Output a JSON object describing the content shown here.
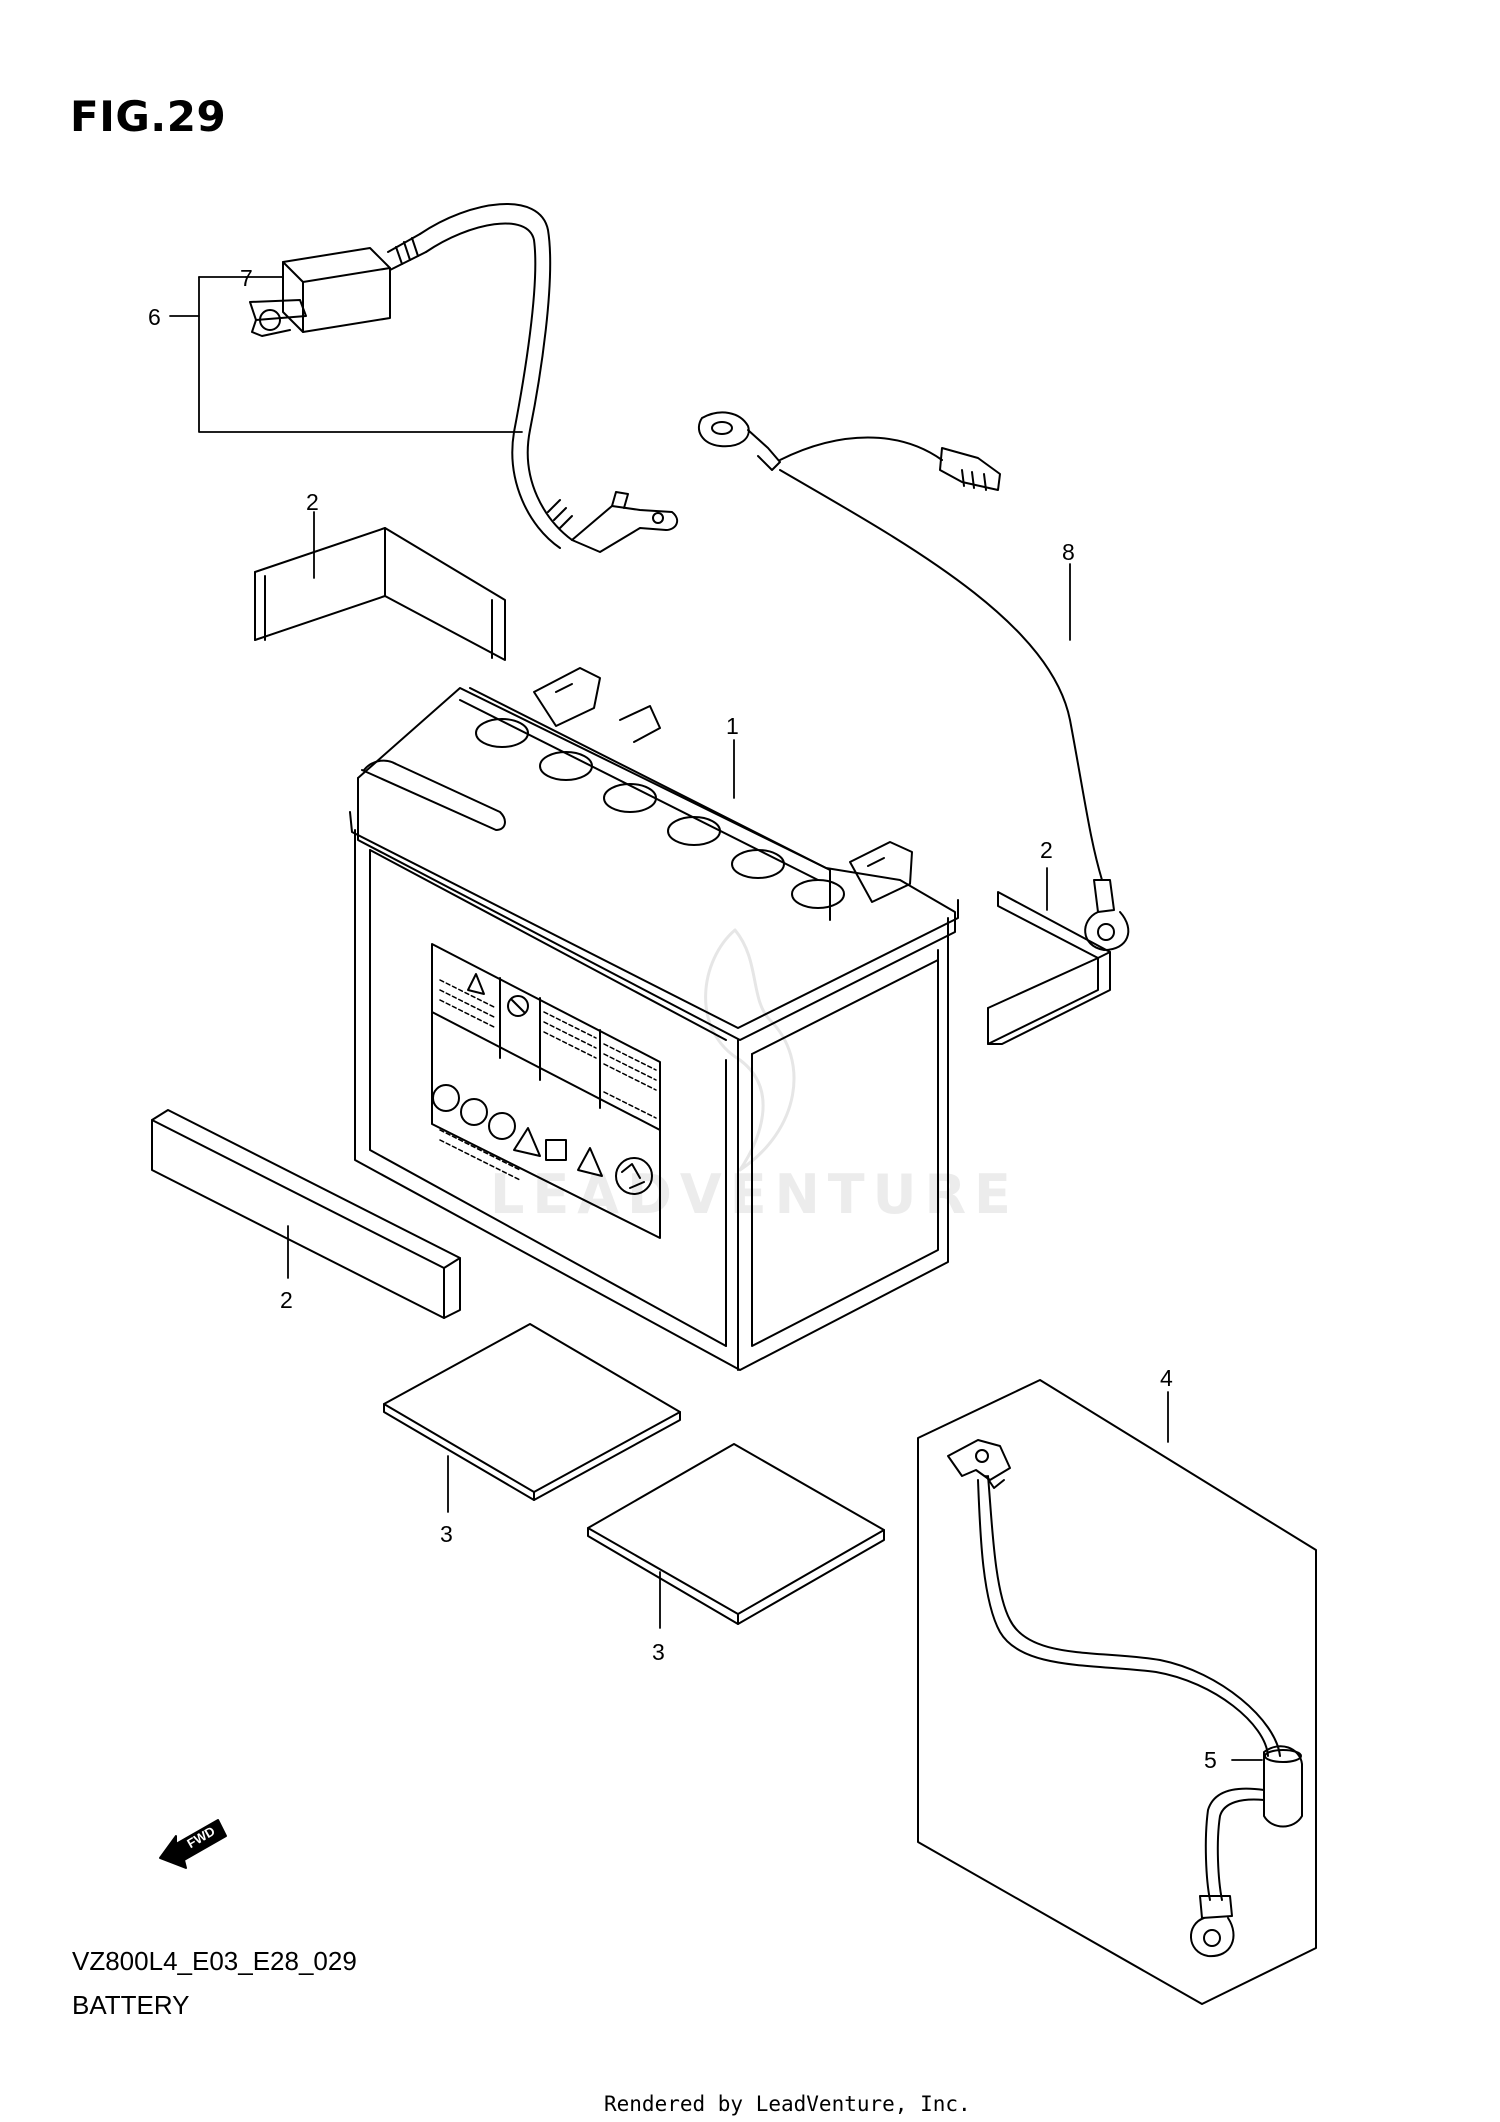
{
  "figure": {
    "title": "FIG.29",
    "code": "VZ800L4_E03_E28_029",
    "name": "BATTERY"
  },
  "callouts": [
    "1",
    "2",
    "2",
    "2",
    "3",
    "3",
    "4",
    "5",
    "6",
    "7",
    "8"
  ],
  "parts": [
    {
      "ref": "1",
      "item": "battery-icon"
    },
    {
      "ref": "2",
      "item": "pad-icon"
    },
    {
      "ref": "3",
      "item": "pad-icon"
    },
    {
      "ref": "4",
      "item": "cable-icon"
    },
    {
      "ref": "5",
      "item": "cap-icon"
    },
    {
      "ref": "6",
      "item": "cable-icon"
    },
    {
      "ref": "7",
      "item": "fuse-holder-icon"
    },
    {
      "ref": "8",
      "item": "cable-icon"
    }
  ],
  "fwd_label": "FWD",
  "watermark": "LEADVENTURE",
  "footer": "Rendered by LeadVenture, Inc."
}
